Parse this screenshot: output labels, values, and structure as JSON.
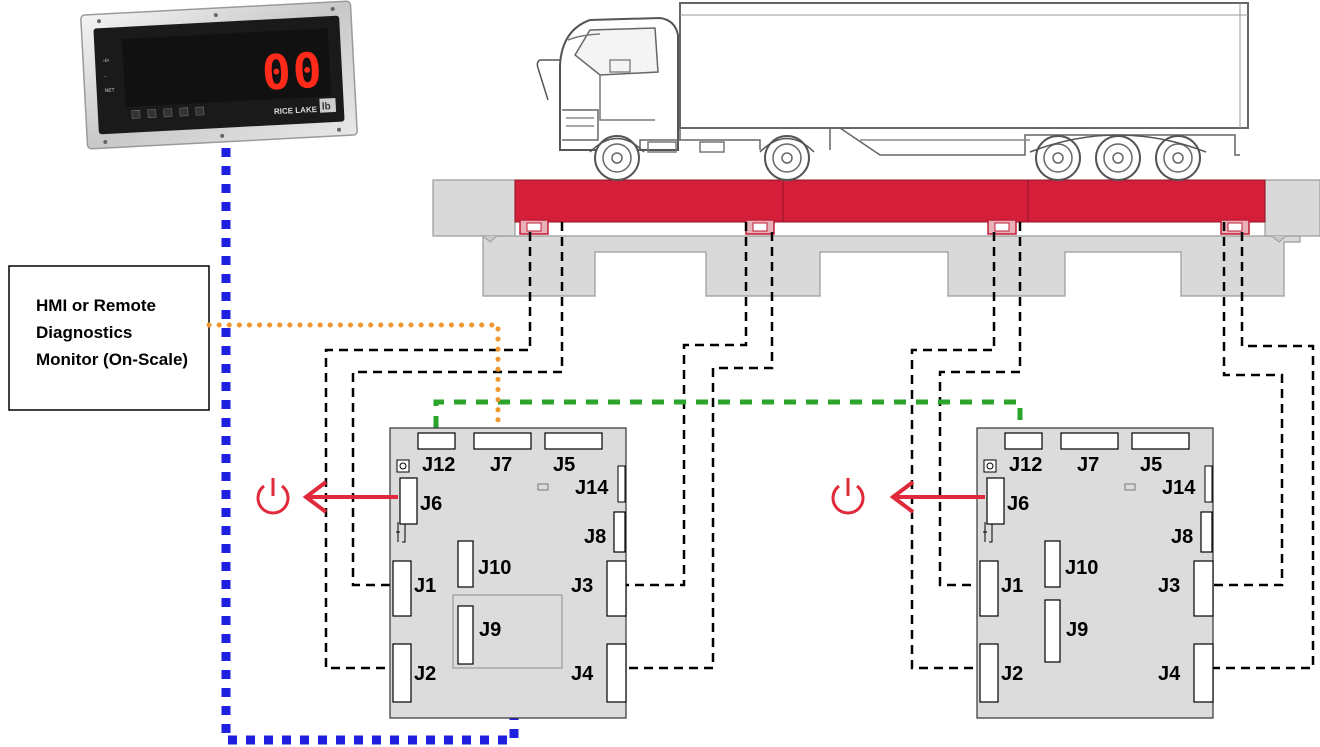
{
  "colors": {
    "deck": "#d51f3a",
    "concrete": "#d9d9d9",
    "board": "#dcdcdc",
    "blue_link": "#1f1fe0",
    "orange_link": "#f0962e",
    "green_link": "#2aa52a",
    "power": "#e02a3b"
  },
  "display": {
    "readout": "00",
    "brand": "RICE LAKE",
    "unit": "lb"
  },
  "hmi_box": {
    "line1": "HMI or Remote",
    "line2": "Diagnostics",
    "line3": "Monitor (On-Scale)"
  },
  "boards": [
    {
      "name": "board-left",
      "connectors": {
        "j12": "J12",
        "j7": "J7",
        "j5": "J5",
        "j14": "J14",
        "j6": "J6",
        "j8": "J8",
        "j10": "J10",
        "j1": "J1",
        "j3": "J3",
        "j9": "J9",
        "j2": "J2",
        "j4": "J4"
      }
    },
    {
      "name": "board-right",
      "connectors": {
        "j12": "J12",
        "j7": "J7",
        "j5": "J5",
        "j14": "J14",
        "j6": "J6",
        "j8": "J8",
        "j10": "J10",
        "j1": "J1",
        "j3": "J3",
        "j9": "J9",
        "j2": "J2",
        "j4": "J4"
      }
    }
  ],
  "icons": {
    "power": "power-icon",
    "arrow": "arrow-left-icon"
  }
}
